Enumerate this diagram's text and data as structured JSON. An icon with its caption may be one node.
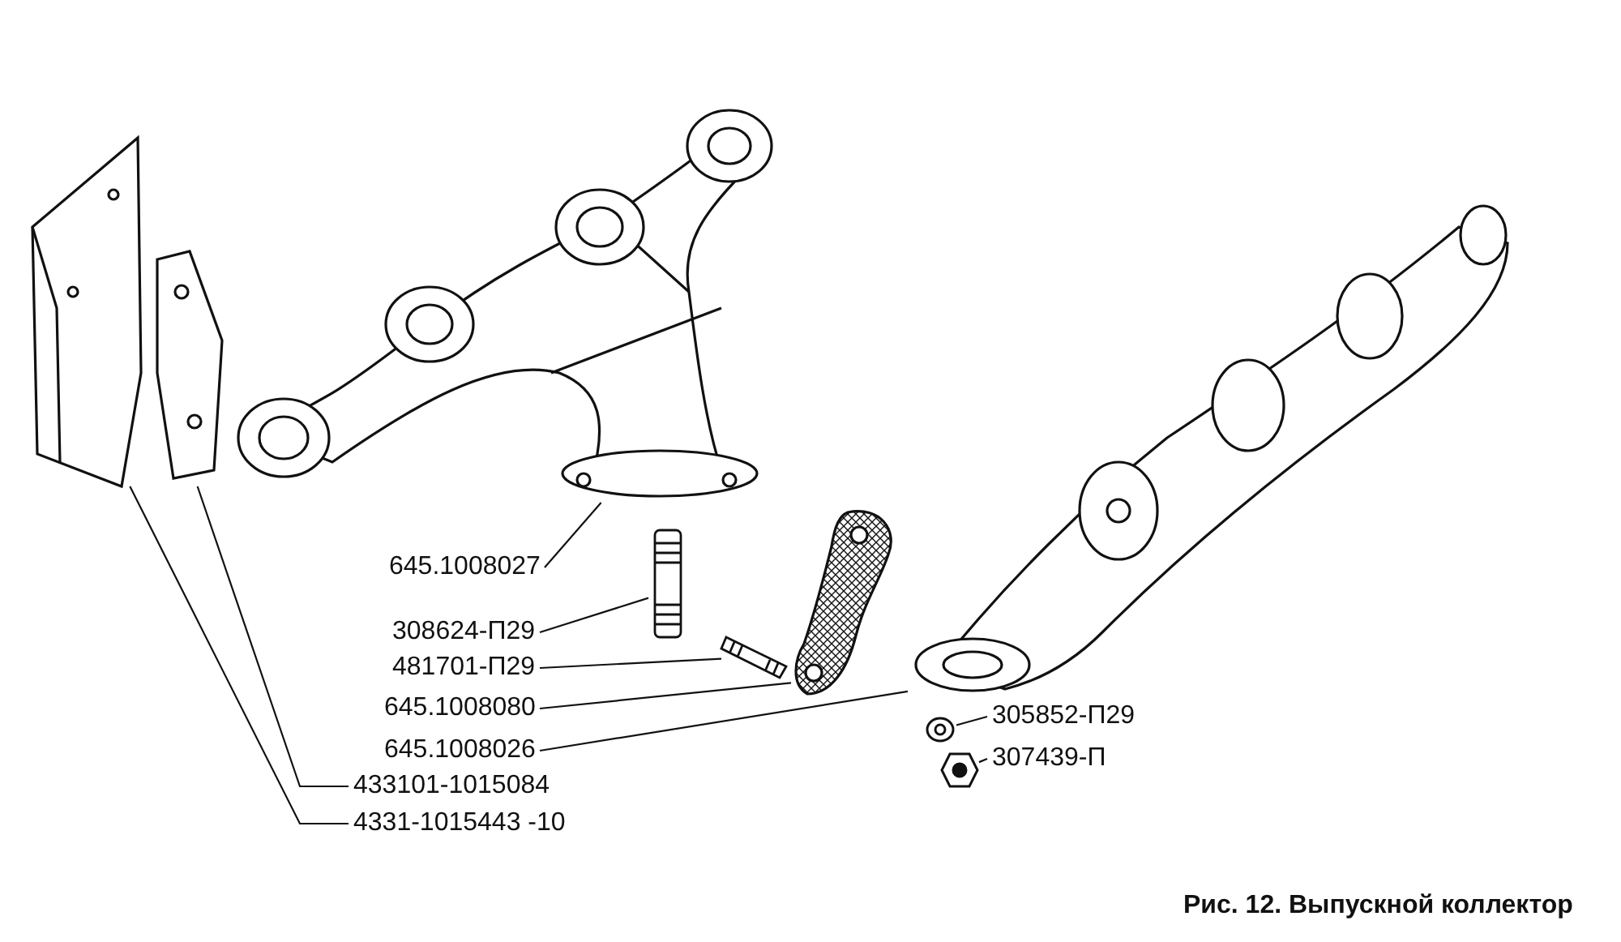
{
  "diagram": {
    "caption": "Рис. 12. Выпускной коллектор",
    "nodes": [
      {
        "text": [
          "645.1008027"
        ]
      },
      {
        "text": [
          "308624-П29"
        ]
      },
      {
        "text": [
          "481701-П29"
        ]
      },
      {
        "text": [
          "645.1008080"
        ]
      },
      {
        "text": [
          "645.1008026"
        ]
      },
      {
        "text": [
          "433101-1015084"
        ]
      },
      {
        "text": [
          "4331-1015443 -10"
        ]
      },
      {
        "text": [
          "305852-П29"
        ]
      },
      {
        "text": [
          "307439-П"
        ]
      },
      {
        "text": [],
        "shape": "picture"
      },
      {
        "text": [],
        "shape": "picture"
      },
      {
        "text": [],
        "shape": "picture"
      },
      {
        "text": [],
        "shape": "picture"
      },
      {
        "text": [],
        "shape": "picture"
      },
      {
        "text": [],
        "shape": "picture"
      },
      {
        "text": [],
        "shape": "picture"
      },
      {
        "text": [],
        "shape": "picture"
      },
      {
        "text": [],
        "shape": "picture"
      }
    ],
    "edges": [
      {
        "from": 0,
        "to": 9,
        "arrow": "none"
      },
      {
        "from": 1,
        "to": 12,
        "arrow": "none"
      },
      {
        "from": 2,
        "to": 13,
        "arrow": "none"
      },
      {
        "from": 3,
        "to": 14,
        "arrow": "none"
      },
      {
        "from": 4,
        "to": 15,
        "arrow": "none"
      },
      {
        "from": 5,
        "to": 11,
        "arrow": "none"
      },
      {
        "from": 6,
        "to": 10,
        "arrow": "none"
      },
      {
        "from": 7,
        "to": 16,
        "arrow": "none"
      },
      {
        "from": 8,
        "to": 17,
        "arrow": "none"
      }
    ]
  }
}
